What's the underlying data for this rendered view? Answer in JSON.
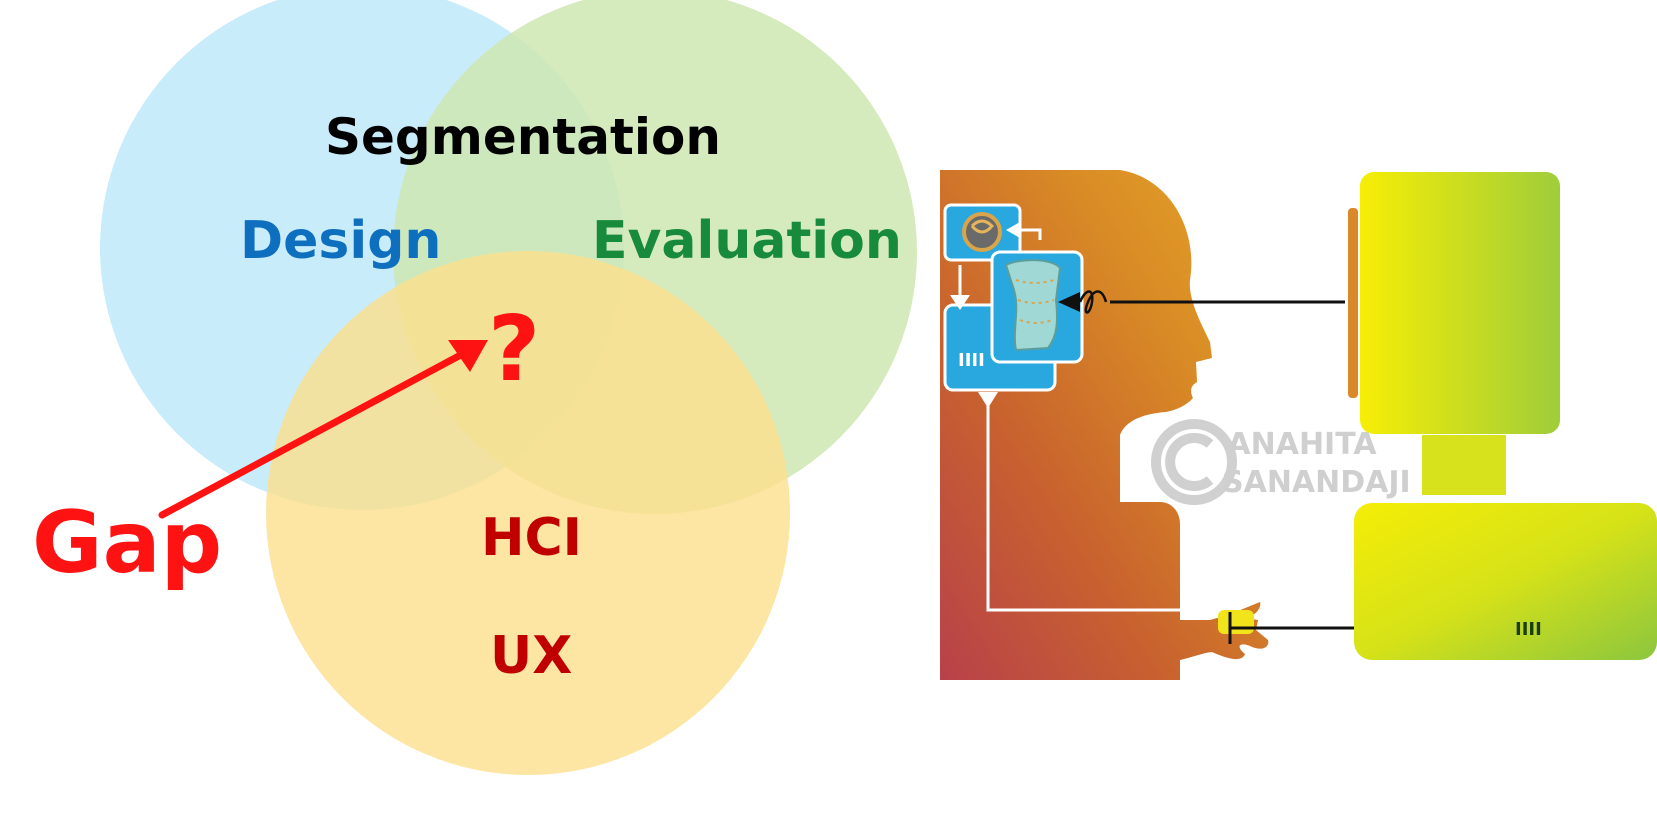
{
  "venn": {
    "circles": [
      {
        "name": "Design",
        "color": "#c5ebfa"
      },
      {
        "name": "Evaluation",
        "color": "#cfe8b1"
      },
      {
        "name": "HCI / UX",
        "color": "#fde292"
      }
    ],
    "labels": {
      "segmentation": "Segmentation",
      "design": "Design",
      "evaluation": "Evaluation",
      "question": "?",
      "hci": "HCI",
      "ux": "UX",
      "gap": "Gap"
    },
    "colors": {
      "segmentation": "#000000",
      "design": "#0f6fbf",
      "evaluation": "#178a3c",
      "gap": "#ff1212",
      "hci_ux": "#c00000"
    }
  },
  "illustration": {
    "watermark_line1": "ANAHITA",
    "watermark_line2": "SANANDAJI",
    "screen_code": "IIII",
    "skull_code": "IIII",
    "colors": {
      "head_gradient": [
        "#b8414a",
        "#c8622e",
        "#d98c25",
        "#e6a52a"
      ],
      "computer_gradient": [
        "#f5ed06",
        "#d6e218",
        "#8cc63e"
      ],
      "brain_panel": "#29a8e0"
    }
  }
}
